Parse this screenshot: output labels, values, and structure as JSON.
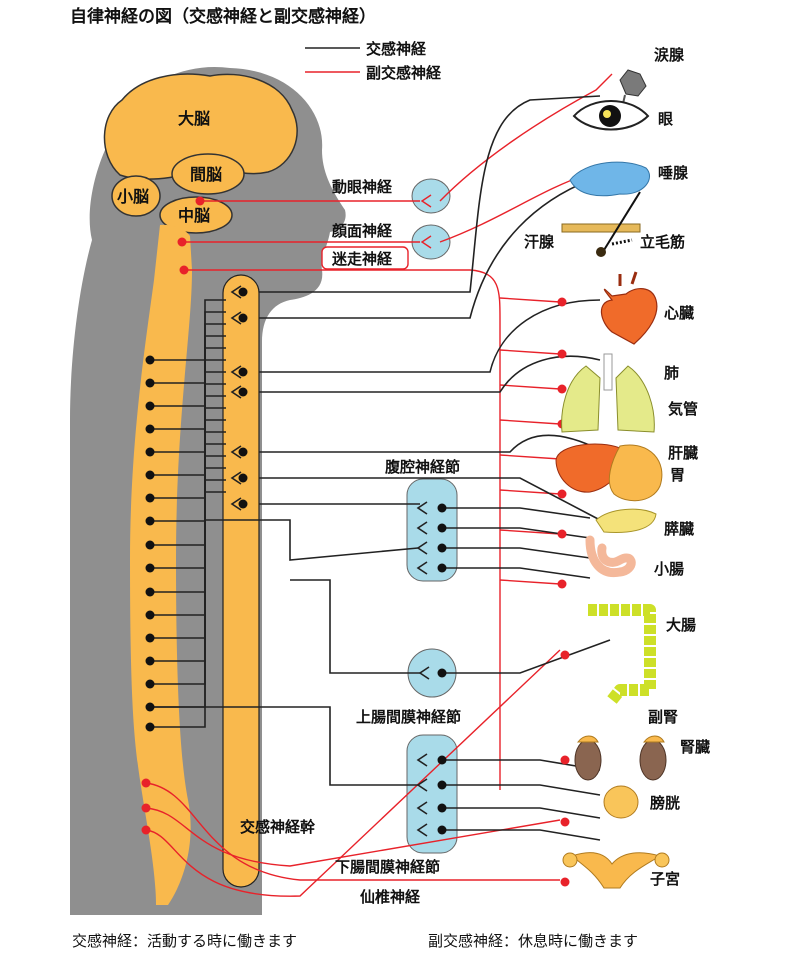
{
  "title": "自律神経の図（交感神経と副交感神経）",
  "legend": {
    "sympathetic": "交感神経",
    "parasympathetic": "副交感神経"
  },
  "brain": {
    "cerebrum": "大脳",
    "diencephalon": "間脳",
    "cerebellum": "小脳",
    "midbrain": "中脳"
  },
  "cranial_nerves": {
    "oculomotor": "動眼神経",
    "facial": "顔面神経",
    "vagus": "迷走神経"
  },
  "ganglia": {
    "celiac": "腹腔神経節",
    "superior_mesenteric": "上腸間膜神経節",
    "inferior_mesenteric": "下腸間膜神経節",
    "trunk": "交感神経幹",
    "sacral": "仙椎神経"
  },
  "organs": {
    "lacrimal": "涙腺",
    "eye": "眼",
    "salivary": "唾腺",
    "sweat": "汗腺",
    "arrector": "立毛筋",
    "heart": "心臓",
    "lung": "肺",
    "trachea": "気管",
    "liver": "肝臓",
    "stomach": "胃",
    "pancreas": "膵臓",
    "small_intestine": "小腸",
    "large_intestine": "大腸",
    "adrenal": "副腎",
    "kidney": "腎臓",
    "bladder": "膀胱",
    "uterus": "子宮"
  },
  "captions": {
    "sympathetic": "交感神経：活動する時に働きます",
    "parasympathetic": "副交感神経：休息時に働きます"
  },
  "colors": {
    "sympathetic_line": "#222222",
    "parasympathetic_line": "#e8222a",
    "nervous_system": "#f9b94d",
    "ganglion": "#a9dbe9",
    "silhouette": "#8f8f8f"
  }
}
